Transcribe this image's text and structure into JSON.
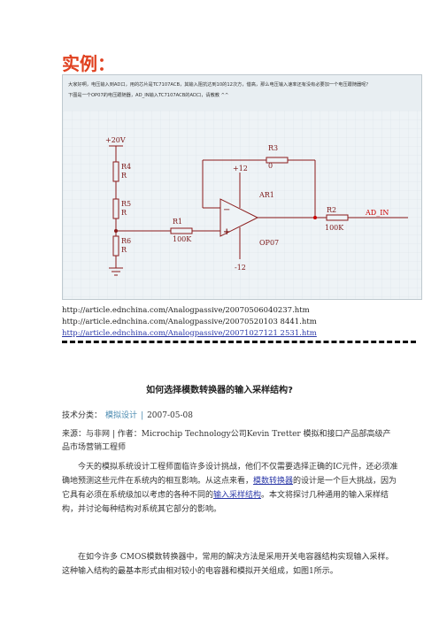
{
  "heading": "实例：",
  "schematic": {
    "note_line1": "大家好啊，电压输入到AD口，用的芯片是TC7107ACB，其输入阻抗达到10的12次方，借高，那么电压输入速率还有没有必要加一个电压跟随器呢？",
    "note_line2": "下图是一个OP07的电压跟随器，AD_IN输入TC7107ACB的AD口，请教教 ^^",
    "supply": "+20V",
    "r4_name": "R4",
    "r4_val": "R",
    "r5_name": "R5",
    "r5_val": "R",
    "r6_name": "R6",
    "r6_val": "R",
    "r1_name": "R1",
    "r1_val": "100K",
    "r3_name": "R3",
    "r3_val": "0",
    "r2_name": "R2",
    "r2_val": "100K",
    "vpos": "+12",
    "vneg": "-12",
    "amp_name": "AR1",
    "amp_part": "OP07",
    "minus": "−",
    "plus": "+",
    "output": "AD_IN"
  },
  "urls": [
    "http://article.ednchina.com/Analogpassive/20070506040237.htm",
    "http://article.ednchina.com/Analogpassive/20070520103 8441.htm",
    "http://article.ednchina.com/Analogpassive/20071027121 2531.htm"
  ],
  "article": {
    "title": "如何选择模数转换器的输入采样结构?",
    "category_label": "技术分类：",
    "category": "模拟设计",
    "separator": "|",
    "date": "2007-05-08",
    "source": "来源：与非网 | 作者：Microchip Technology公司Kevin Tretter 模拟和接口产品部高级产品市场营销工程师",
    "p1_a": "今天的模拟系统设计工程师面临许多设计挑战，他们不仅需要选择正确的IC元件，还必须准确地预测这些元件在系统内的相互影响。从这点来看，",
    "p1_link1": "模数转换器",
    "p1_b": "的设计是一个巨大挑战，因为它具有必须在系统级加以考虑的各种不同的",
    "p1_link2": "输入采样结构",
    "p1_c": "。本文将探讨几种通用的输入采样结构，并讨论每种结构对系统其它部分的影响。",
    "p2": "在如今许多 CMOS模数转换器中，常用的解决方法是采用开关电容器结构实现输入采样。这种输入结构的最基本形式由相对较小的电容器和模拟开关组成，如图1所示。"
  }
}
